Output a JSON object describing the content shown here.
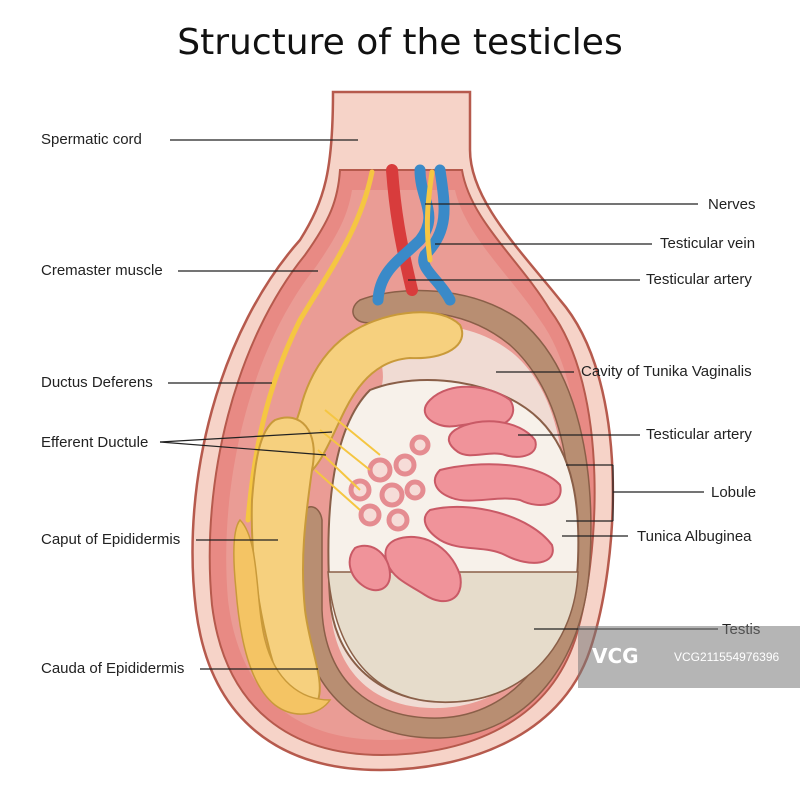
{
  "title": "Structure of the testicles",
  "labels": {
    "spermatic_cord": "Spermatic cord",
    "cremaster_muscle": "Cremaster muscle",
    "ductus_deferens": "Ductus Deferens",
    "efferent_ductule": "Efferent Ductule",
    "caput_epididermis": "Caput of Epididermis",
    "cauda_epididermis": "Cauda of Epididermis",
    "nerves": "Nerves",
    "testicular_vein": "Testicular vein",
    "testicular_artery_top": "Testicular artery",
    "cavity_tunika": "Cavity of Tunika Vaginalis",
    "testicular_artery_mid": "Testicular artery",
    "lobule": "Lobule",
    "tunica_albuginea": "Tunica Albuginea",
    "testis": "Testis"
  },
  "watermark": {
    "logo": "VCG",
    "id": "VCG211554976396"
  },
  "colors": {
    "outer_skin": "#f6d3c8",
    "outline": "#b65a4d",
    "muscle": "#e88a84",
    "tunica": "#b88e72",
    "cavity": "#f0dbd3",
    "testis_fill": "#ebe2d3",
    "lobule": "#f0939a",
    "epididymis": "#f6d07e",
    "vein": "#3a8ac8",
    "artery": "#d83c3c",
    "nerve": "#f5c642"
  }
}
